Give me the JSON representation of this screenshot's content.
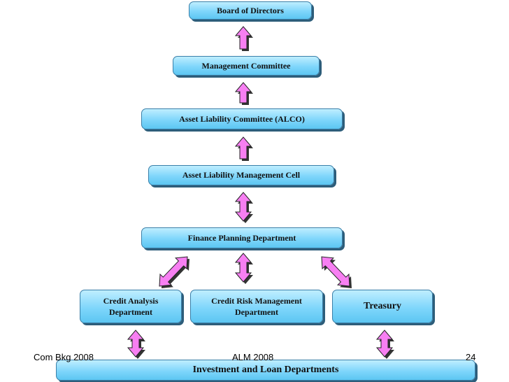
{
  "diagram": {
    "nodes": {
      "board": "Board of Directors",
      "mgmt_committee": "Management Committee",
      "alco": "Asset Liability Committee (ALCO)",
      "alm_cell": "Asset Liability Management Cell",
      "finance": "Finance Planning Department",
      "credit_analysis": "Credit Analysis Department",
      "credit_risk": "Credit Risk Management Department",
      "treasury": "Treasury",
      "investment": "Investment and Loan Departments"
    },
    "edges": [
      {
        "from": "mgmt_committee",
        "to": "board",
        "direction": "up"
      },
      {
        "from": "alco",
        "to": "mgmt_committee",
        "direction": "up"
      },
      {
        "from": "alm_cell",
        "to": "alco",
        "direction": "up"
      },
      {
        "from": "finance",
        "to": "alm_cell",
        "direction": "both"
      },
      {
        "from": "credit_analysis",
        "to": "finance",
        "direction": "both"
      },
      {
        "from": "credit_risk",
        "to": "finance",
        "direction": "both"
      },
      {
        "from": "treasury",
        "to": "finance",
        "direction": "both"
      },
      {
        "from": "investment",
        "to": "credit_analysis",
        "direction": "both"
      },
      {
        "from": "investment",
        "to": "treasury",
        "direction": "both"
      }
    ],
    "arrow_color": "#f77ff2",
    "box_color": "#7fd6fb"
  },
  "footer": {
    "left": "Com Bkg 2008",
    "center": "ALM 2008",
    "page": "24"
  }
}
